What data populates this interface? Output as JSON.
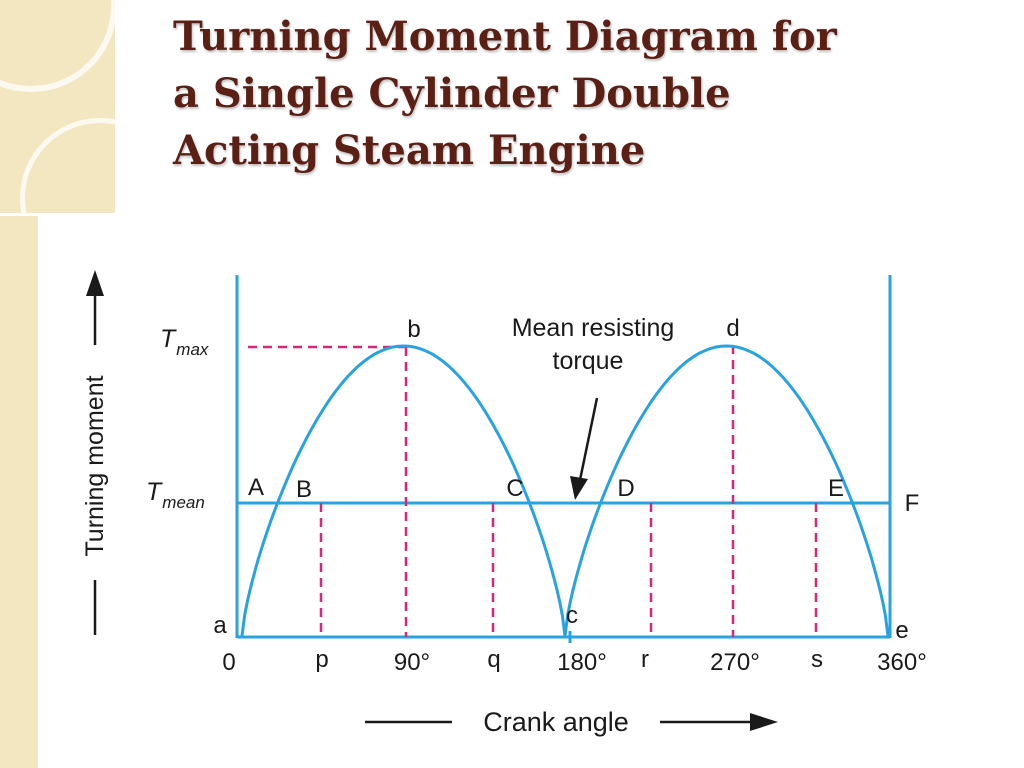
{
  "title": {
    "line1": "Turning Moment Diagram for",
    "line2": "a Single Cylinder Double",
    "line3": "Acting Steam Engine"
  },
  "diagram": {
    "y_axis_label": "Turning moment",
    "x_axis_label": "Crank angle",
    "t_max": {
      "symbol": "T",
      "subscript": "max"
    },
    "t_mean": {
      "symbol": "T",
      "subscript": "mean"
    },
    "mean_torque_note": {
      "line1": "Mean resisting",
      "line2": "torque"
    },
    "curve_points": {
      "b": "b",
      "c": "c",
      "d": "d",
      "a": "a",
      "e": "e"
    },
    "mean_line_points": {
      "A": "A",
      "B": "B",
      "C": "C",
      "D": "D",
      "E": "E",
      "F": "F"
    },
    "x_ticks": {
      "zero": "0",
      "p": "p",
      "deg90": "90°",
      "q": "q",
      "deg180": "180°",
      "r": "r",
      "deg270": "270°",
      "s": "s",
      "deg360": "360°"
    },
    "colors": {
      "curve": "#29a3e0",
      "dashed": "#d8267a",
      "title": "#5a2016"
    }
  }
}
